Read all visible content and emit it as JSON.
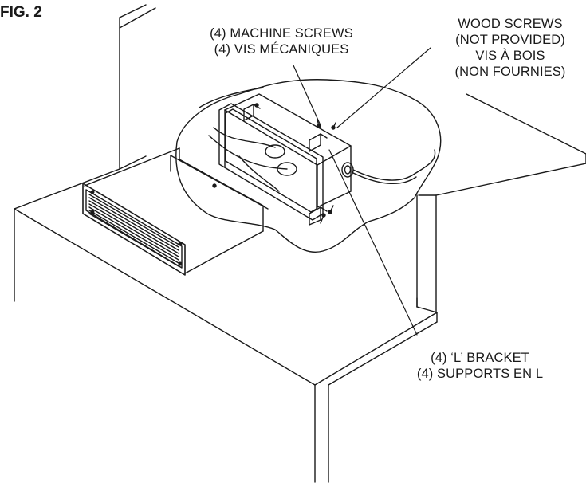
{
  "figure_label": "FIG. 2",
  "labels": {
    "machine_screws_en": "(4) MACHINE SCREWS",
    "machine_screws_fr": "(4) VIS MÉCANIQUES",
    "wood_screws_en_1": "WOOD SCREWS",
    "wood_screws_en_2": "(NOT PROVIDED)",
    "wood_screws_fr_1": "VIS À BOIS",
    "wood_screws_fr_2": "(NON FOURNIES)",
    "bracket_en": "(4) ‘L’ BRACKET",
    "bracket_fr": "(4) SUPPORTS EN L"
  },
  "colors": {
    "line": "#1a1a1a",
    "background": "#ffffff"
  }
}
